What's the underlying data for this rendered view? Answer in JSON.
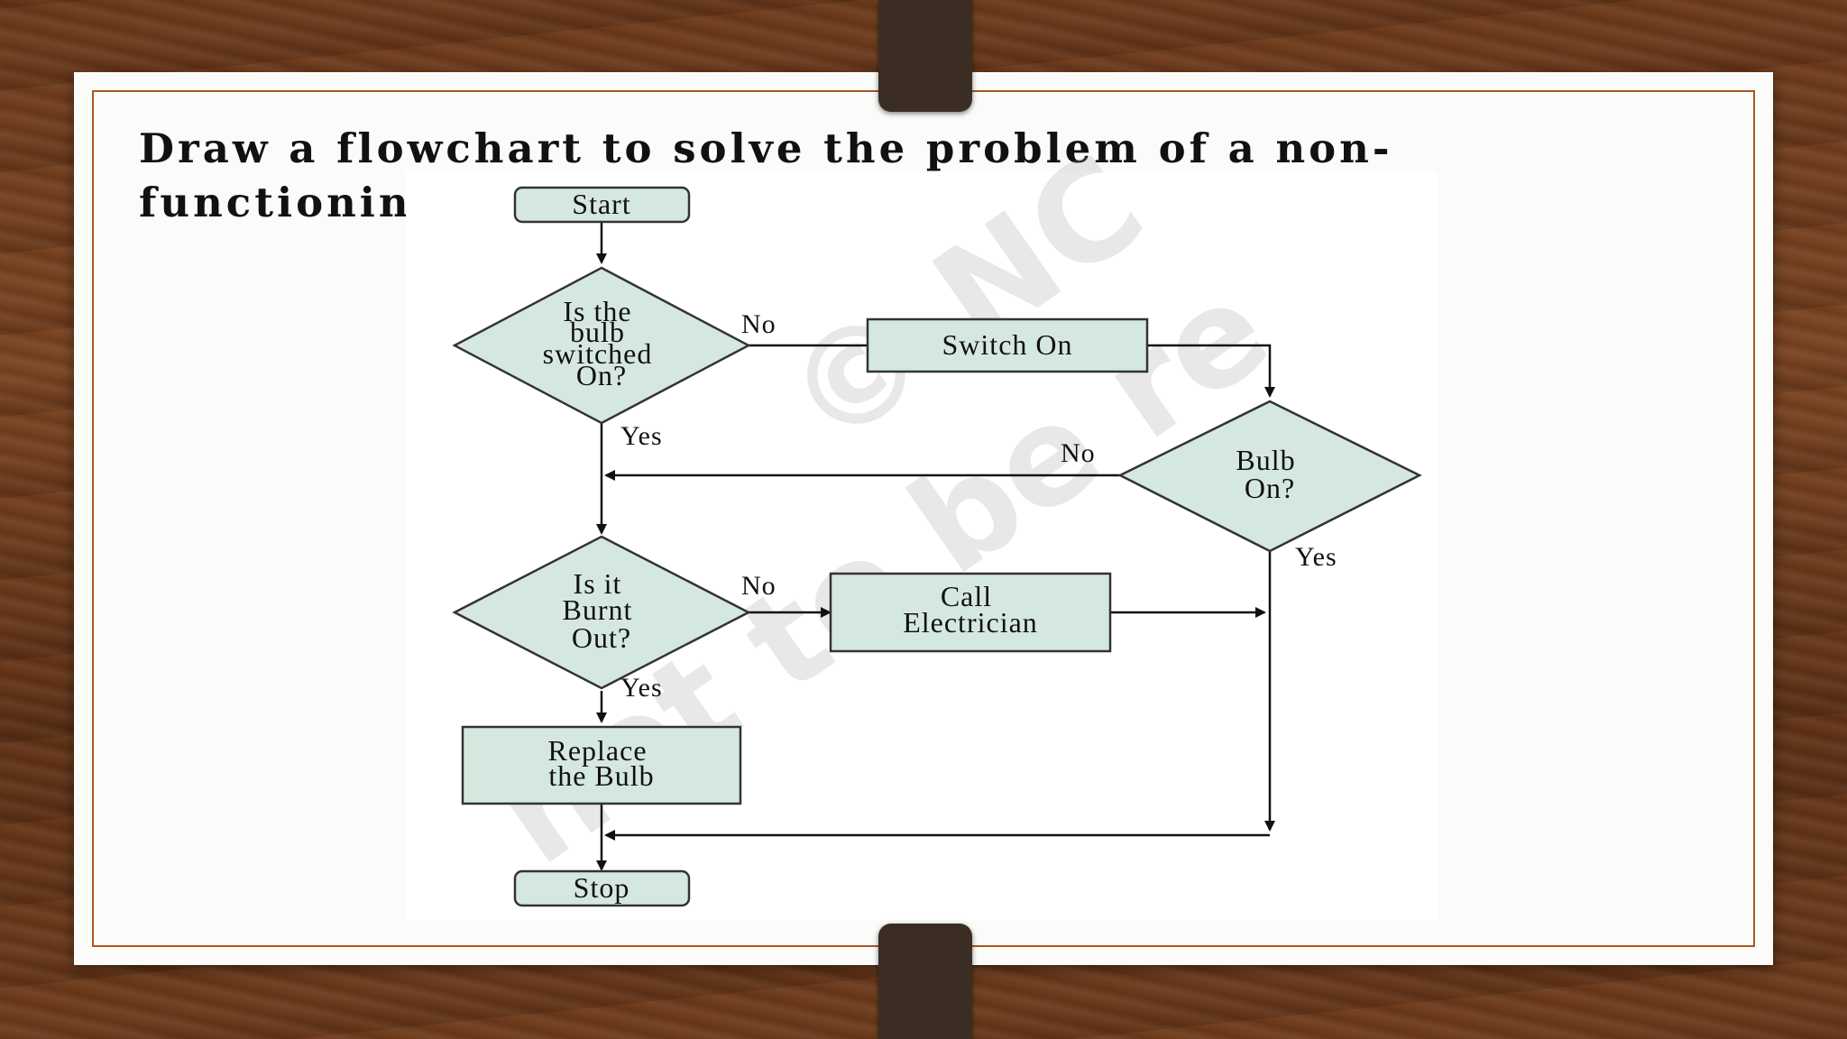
{
  "slide": {
    "title": "Draw a flowchart to solve the problem of a non-functioning light bulb"
  },
  "flowchart": {
    "start": "Start",
    "decision_switched": [
      "Is the",
      "bulb",
      "switched",
      "On?"
    ],
    "switch_on": "Switch On",
    "decision_bulb_on": [
      "Bulb",
      "On?"
    ],
    "decision_burnt": [
      "Is it",
      "Burnt",
      "Out?"
    ],
    "call_electrician": [
      "Call",
      "Electrician"
    ],
    "replace_bulb": [
      "Replace",
      "the Bulb"
    ],
    "stop": "Stop",
    "labels": {
      "no_switched": "No",
      "yes_switched": "Yes",
      "no_bulb_on": "No",
      "yes_bulb_on": "Yes",
      "no_burnt": "No",
      "yes_burnt": "Yes"
    }
  },
  "colors": {
    "node_fill": "#d5e8df",
    "node_stroke": "#333333",
    "frame": "#a8561f"
  }
}
